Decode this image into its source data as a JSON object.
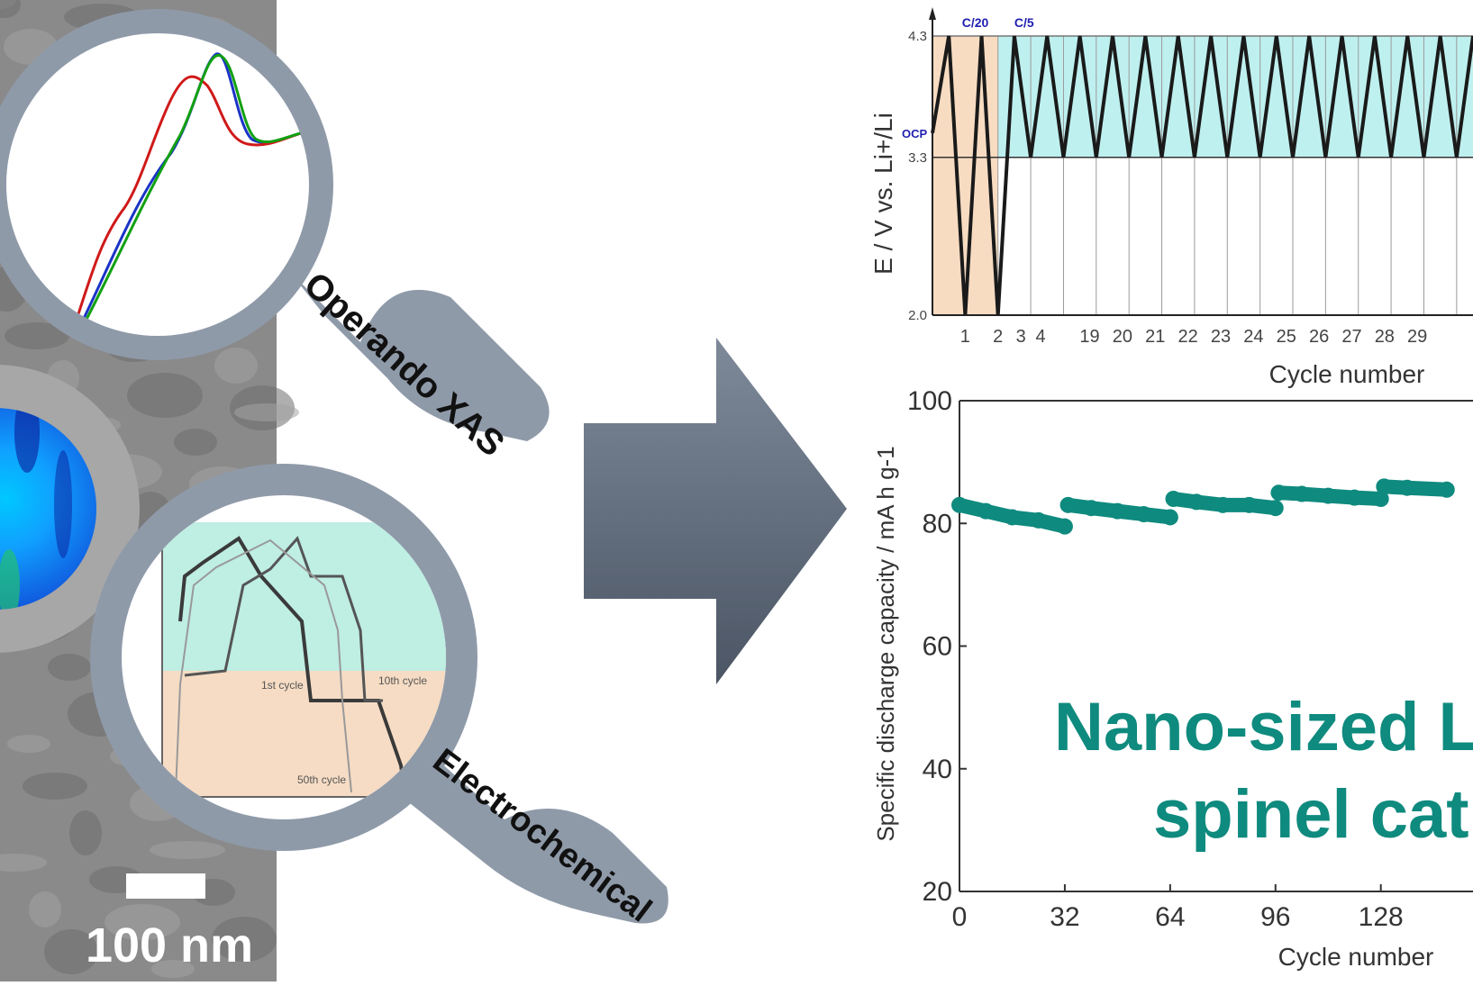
{
  "sem_panel": {
    "scale_bar_label": "100 nm",
    "colors": {
      "background": "#8a8a8a",
      "particles": "#6e6e6e",
      "scale_bar": "#ffffff"
    }
  },
  "magnifiers": {
    "xas": {
      "label": "Operando XAS",
      "colors": {
        "rim": "#8f9aa9",
        "spectra": [
          "#1a33c6",
          "#d01919",
          "#12a012"
        ]
      }
    },
    "map": {
      "colors": {
        "rim": "#a7a7a7",
        "map_low": "#1133cc",
        "map_high": "#00c8ff"
      }
    },
    "electrochem": {
      "label": "Electrochemical",
      "curve_labels": [
        "1st cycle",
        "10th cycle",
        "50th cycle"
      ],
      "colors": {
        "rim": "#8f9aa9",
        "upper_band": "#bfeee3",
        "lower_band": "#f6dcc4"
      }
    }
  },
  "arrow": {
    "colors": {
      "top": "#7e8a9a",
      "bottom": "#4b5564"
    }
  },
  "chart_data": [
    {
      "type": "line",
      "ylabel": "E / V vs. Li+/Li",
      "xlabel": "Cycle number",
      "y_ticks": [
        "4.3",
        "3.3",
        "2.0"
      ],
      "ylim": [
        2.0,
        4.3
      ],
      "x_ticks": [
        "1",
        "2",
        "3",
        "4",
        "19",
        "20",
        "21",
        "22",
        "23",
        "24",
        "25",
        "26",
        "27",
        "28",
        "29"
      ],
      "rate_labels": [
        "C/20",
        "C/5"
      ],
      "ocp_label": "OCP",
      "series": [
        {
          "x": [
            0,
            0.5,
            1,
            1.5,
            2,
            2.5,
            3,
            3.5,
            4,
            4.5,
            5,
            5.5,
            6,
            6.5,
            7,
            7.5,
            8,
            8.5,
            9,
            9.5,
            10,
            10.5,
            11,
            11.5,
            12,
            12.5,
            13,
            13.5,
            14,
            14.5,
            15,
            15.5,
            16,
            16.5
          ],
          "values": [
            3.5,
            4.3,
            2.0,
            4.3,
            2.0,
            4.3,
            3.3,
            4.3,
            3.3,
            4.3,
            3.3,
            4.3,
            3.3,
            4.3,
            3.3,
            4.3,
            3.3,
            4.3,
            3.3,
            4.3,
            3.3,
            4.3,
            3.3,
            4.3,
            3.3,
            4.3,
            3.3,
            4.3,
            3.3,
            4.3,
            3.3,
            4.3,
            3.3,
            4.3
          ]
        }
      ],
      "colors": {
        "slow_rate_band": "#f7dcc2",
        "fast_rate_band": "#bff0f0",
        "line": "#1a1a1a",
        "rate_text": "#1f1fb0"
      }
    },
    {
      "type": "line",
      "ylabel": "Specific discharge capacity / mA h g-1",
      "xlabel": "Cycle number",
      "ylim": [
        20,
        100
      ],
      "y_ticks": [
        "100",
        "80",
        "60",
        "40",
        "20"
      ],
      "x_ticks": [
        "0",
        "32",
        "64",
        "96",
        "128"
      ],
      "series": [
        {
          "x": [
            0,
            8,
            16,
            24,
            32,
            33,
            40,
            48,
            56,
            64,
            65,
            72,
            80,
            88,
            96,
            97,
            104,
            112,
            120,
            128,
            129,
            136,
            148
          ],
          "values": [
            83,
            82,
            81,
            80.5,
            79.5,
            83,
            82.5,
            82,
            81.5,
            81,
            84,
            83.5,
            83,
            83,
            82.5,
            85,
            84.8,
            84.5,
            84.2,
            84,
            86,
            85.8,
            85.5
          ]
        }
      ],
      "overlay_text": [
        "Nano-sized L",
        "spinel cat"
      ],
      "colors": {
        "series": "#0f8a7e",
        "overlay_text": "#0f8a7e"
      }
    }
  ]
}
